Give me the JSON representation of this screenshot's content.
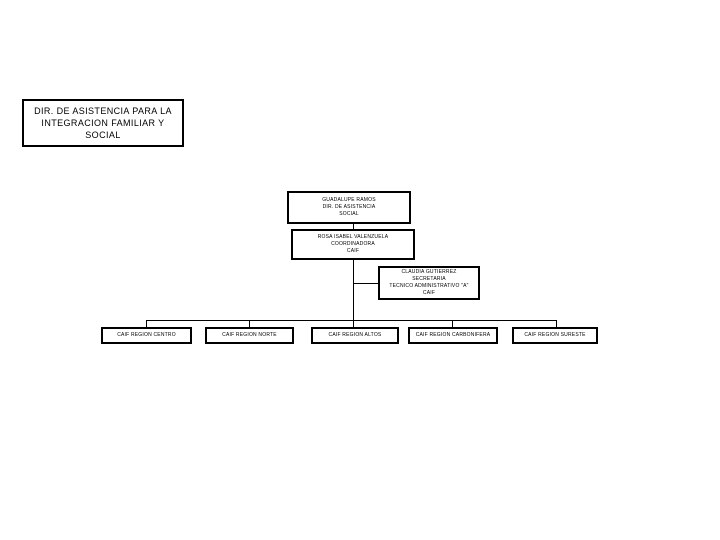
{
  "title_box": "DIR. DE ASISTENCIA PARA LA\nINTEGRACION FAMILIAR Y\nSOCIAL",
  "director": "GUADALUPE RAMOS\nDIR. DE ASISTENCIA\nSOCIAL",
  "coordinator": "ROSA ISABEL VALENZUELA\nCOORDINADORA\nCAIF",
  "assistant": "CLAUDIA GUTIERREZ\nSECRETARIA\nTECNICO ADMINISTRATIVO \"A\"\nCAIF",
  "centers": [
    "CAIF REGION CENTRO",
    "CAIF REGION NORTE",
    "CAIF REGION ALTOS",
    "CAIF REGION CARBONIFERA",
    "CAIF REGION SURESTE"
  ]
}
